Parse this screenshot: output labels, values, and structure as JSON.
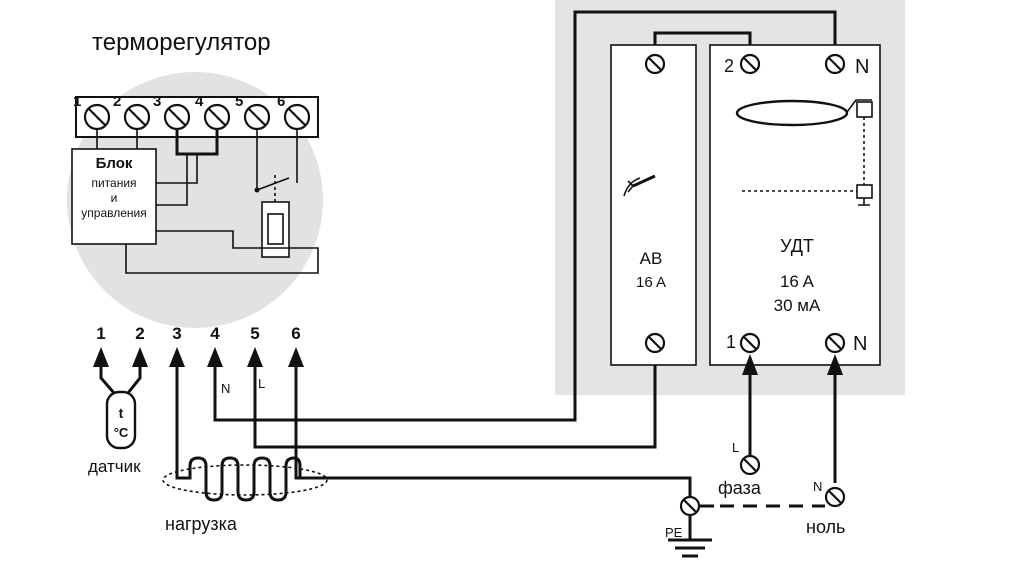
{
  "thermostat": {
    "title": "терморегулятор",
    "terminal_numbers": [
      "1",
      "2",
      "3",
      "4",
      "5",
      "6"
    ],
    "block_label_1": "Блок",
    "block_label_2": "питания",
    "block_label_3": "и",
    "block_label_4": "управления"
  },
  "outputs": {
    "numbers": [
      "1",
      "2",
      "3",
      "4",
      "5",
      "6"
    ],
    "n_label": "N",
    "l_label": "L"
  },
  "sensor": {
    "symbol_1": "t",
    "symbol_2": "°C",
    "caption": "датчик"
  },
  "load": {
    "caption": "нагрузка"
  },
  "breaker": {
    "name": "АВ",
    "rating": "16 A"
  },
  "rcd": {
    "name": "УДТ",
    "current": "16 A",
    "leakage": "30 мА",
    "top_left_label": "2",
    "top_right_label": "N",
    "bottom_left_label": "1",
    "bottom_right_label": "N"
  },
  "supply": {
    "phase_mark": "L",
    "phase_caption": "фаза",
    "neutral_mark": "N",
    "neutral_caption": "ноль",
    "earth_label": "PE"
  },
  "colors": {
    "panel": "#e4e4e4",
    "circle": "#e2e2e2",
    "line": "#111111"
  }
}
